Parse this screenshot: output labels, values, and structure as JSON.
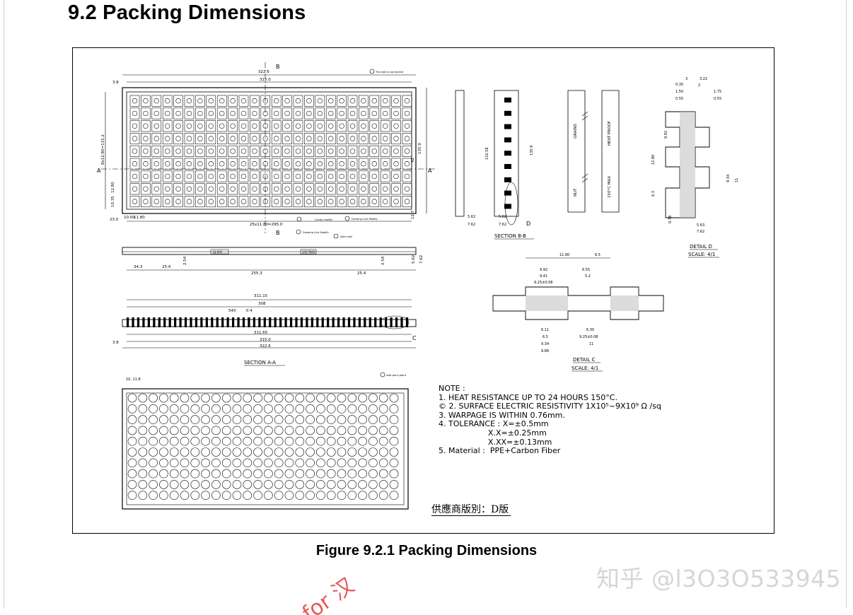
{
  "document": {
    "section_title": "9.2 Packing Dimensions",
    "figure_caption": "Figure 9.2.1  Packing Dimensions",
    "watermark_text": "知乎 @l3O3O533945",
    "stamp_text": "for 汉"
  },
  "drawing": {
    "views": {
      "section_aa": "SECTION A-A",
      "section_bb": "SECTION B-B",
      "detail_c": "DETAIL C",
      "detail_c_scale": "SCALE: 4/1",
      "detail_d": "DETAIL D",
      "detail_d_scale": "SCALE: 4/1"
    },
    "markers": {
      "a": "A",
      "b": "B",
      "c": "C",
      "d": "D"
    },
    "labels": {
      "top_width": "322.6",
      "inner_width": "315.0",
      "left_offset": "3.8",
      "pitch_row": "25x11.80=295.0",
      "bottom_left_a": "23.0",
      "bottom_left_b": "10.00",
      "bottom_left_c": "11.80",
      "height_right_a": "135.9",
      "height_right_b": "92",
      "height_right_c": "12.7",
      "height_left": "8x12.80=115.2",
      "height_left_b": "10.35",
      "height_left_c": "12.80",
      "note_1": "The wall is connected",
      "note_cavity": "Cavity modify",
      "note_line": "Drawing Line Modify",
      "note_line2": "Drawing Line Modify",
      "note_mark": "Add mark",
      "note_point": "Add pour point",
      "side_a": "34.3",
      "side_b": "25.4",
      "side_c": "255.3",
      "side_d": "25.4",
      "side_e": "5.62",
      "side_f": "7.62",
      "side_g": "2.54",
      "side_tag1": "GJ-003",
      "side_tag2": "150°MAX",
      "sec_top": "311.15",
      "sec_mid": "308",
      "sec_bot": "311.65",
      "sec_315": "315.0",
      "sec_322": "322.6",
      "sec_54x": "54X",
      "sec_04": "0.4",
      "sec_38": "3.8",
      "bb_5_62": "5.62",
      "bb_7_62": "7.62",
      "bb_135": "135.9",
      "bb_132": "132.58",
      "c_1180": "11.80",
      "c_65": "6.5",
      "c_992": "9.92",
      "c_941": "9.41",
      "c_925": "9.25±0.08",
      "c_655": "6.55",
      "c_52": "5.2",
      "c_611": "6.11",
      "c_65b": "6.5",
      "c_934": "9.34",
      "c_986": "9.86",
      "c_630": "6.30",
      "c_11": "11",
      "d_3": "3",
      "d_322": "3.22",
      "d_2": "2",
      "d_035": "0.35",
      "d_150": "1.50",
      "d_055": "0.55",
      "d_175": "1.75",
      "d_1280": "12.80",
      "d_762": "7.62",
      "d_563": "5.63",
      "d_078": "0.78",
      "d_63": "6.3",
      "d_992": "9.92",
      "d_934": "9.34",
      "d_11": "11",
      "nut": "NUT",
      "grains": "GRAINS",
      "heat": "HEAT PROOF",
      "tmax": "150°C MAX"
    },
    "notes_block": "NOTE :\n1. HEAT RESISTANCE UP TO 24 HOURS 150°C.\n© 2. SURFACE ELECTRIC RESISTIVITY 1X10⁵~9X10⁹ Ω /sq\n3. WARPAGE IS WITHIN 0.76mm.\n4. TOLERANCE : X=±0.5mm\n                    X.X=±0.25mm\n                    X.XX=±0.13mm\n5. Material :  PPE+Carbon Fiber",
    "supplier_version": "供應商版別：D版"
  }
}
